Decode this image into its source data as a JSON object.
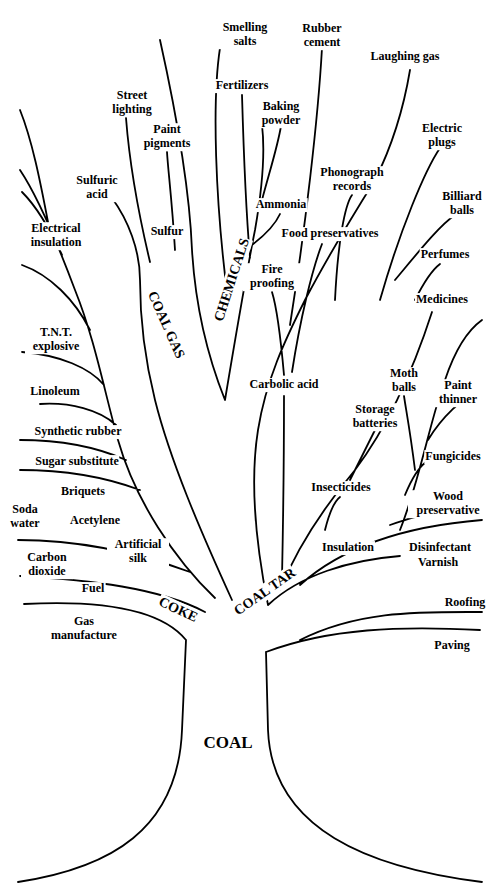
{
  "diagram": {
    "labels": [
      "Smelling salts",
      "Rubber cement",
      "Laughing gas",
      "Fertilizers",
      "Street lighting",
      "Baking powder",
      "Electric plugs",
      "Paint pigments",
      "Phonograph records",
      "Sulfuric acid",
      "Billiard balls",
      "Ammonia",
      "Electrical insulation",
      "Sulfur",
      "Food preservatives",
      "Perfumes",
      "CHEMICALS",
      "Fire proofing",
      "Medicines",
      "COAL GAS",
      "T.N.T. explosive",
      "Moth balls",
      "Carbolic acid",
      "Linoleum",
      "Paint thinner",
      "Storage batteries",
      "Synthetic rubber",
      "Fungicides",
      "Sugar substitute",
      "Insecticides",
      "Briquets",
      "Wood preservative",
      "Soda water",
      "Acetylene",
      "Artificial silk",
      "Insulation",
      "Disinfectant",
      "Carbon dioxide",
      "Varnish",
      "Fuel",
      "COAL TAR",
      "Roofing",
      "COKE",
      "Gas manufacture",
      "Paving",
      "COAL"
    ]
  }
}
